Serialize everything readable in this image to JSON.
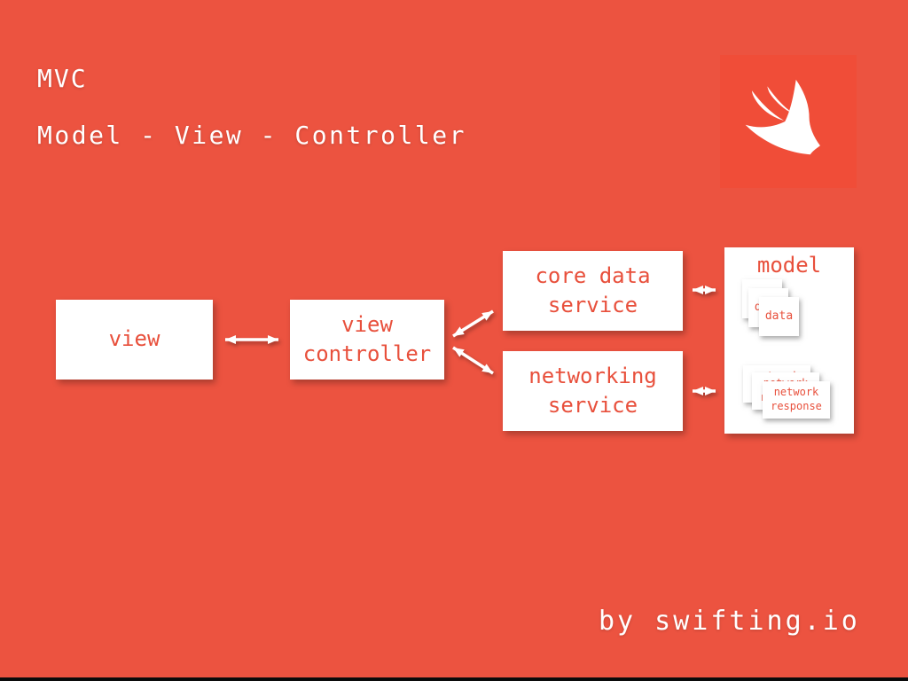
{
  "slide": {
    "title": "MVC",
    "subtitle": "Model - View - Controller",
    "credit": "by swifting.io"
  },
  "logo": {
    "name": "swift-logo",
    "square_color": "#F04D38",
    "bird_color": "#FFFFFF"
  },
  "colors": {
    "background": "#EC5340",
    "node_background": "#FFFFFF",
    "node_text": "#E8503C",
    "title_text": "#FFFFFF",
    "arrow": "#FFFFFF",
    "bottom_bar": "#0B0B0B"
  },
  "diagram": {
    "nodes": {
      "view": {
        "label": "view"
      },
      "view_controller": {
        "label": "view controller"
      },
      "core_data_service": {
        "label": "core data service"
      },
      "networking_service": {
        "label": "networking service"
      },
      "model": {
        "label": "model",
        "data_stack": {
          "label": "data",
          "count": 3
        },
        "network_stack": {
          "label": "network response",
          "count": 3
        }
      }
    },
    "connections": [
      {
        "from": "view",
        "to": "view_controller",
        "type": "bidirectional"
      },
      {
        "from": "view_controller",
        "to": "core_data_service",
        "type": "bidirectional"
      },
      {
        "from": "view_controller",
        "to": "networking_service",
        "type": "bidirectional"
      },
      {
        "from": "core_data_service",
        "to": "model",
        "type": "bidirectional"
      },
      {
        "from": "networking_service",
        "to": "model",
        "type": "bidirectional"
      }
    ]
  }
}
